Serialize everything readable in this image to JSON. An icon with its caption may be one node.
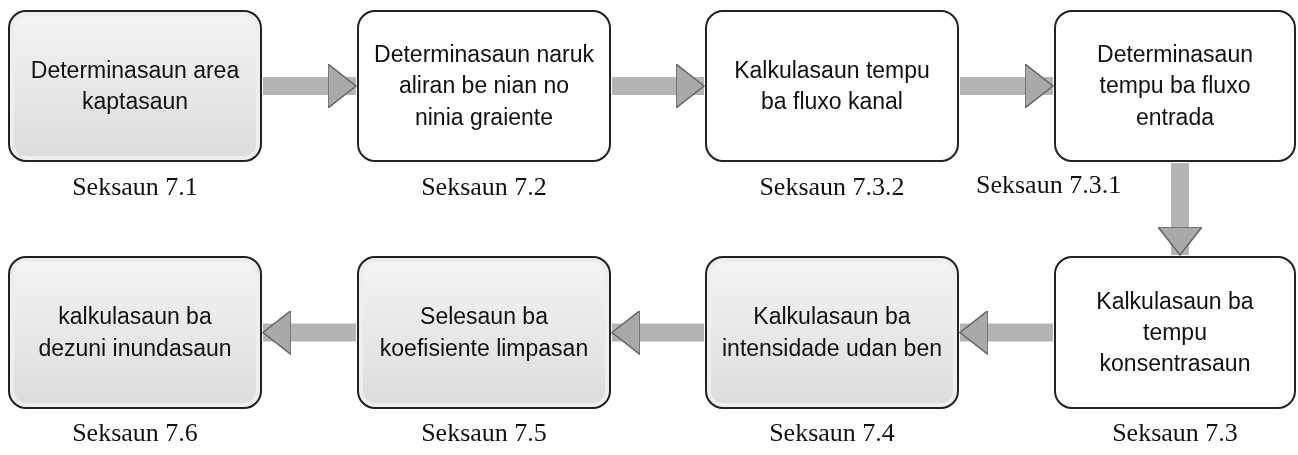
{
  "diagram": {
    "nodes": [
      {
        "text": [
          "Determinasaun area kaptasaun"
        ],
        "beside": [
          "Seksaun 7.1"
        ]
      },
      {
        "text": [
          "Determinasaun naruk aliran be nian no ninia graiente"
        ],
        "beside": [
          "Seksaun 7.2"
        ]
      },
      {
        "text": [
          "Kalkulasaun tempu ba fluxo kanal"
        ],
        "beside": [
          "Seksaun 7.3.2"
        ]
      },
      {
        "text": [
          "Determinasaun tempu ba fluxo entrada"
        ],
        "beside": [
          "Seksaun 7.3.1"
        ]
      },
      {
        "text": [
          "Kalkulasaun ba tempu konsentrasaun"
        ],
        "beside": [
          "Seksaun 7.3"
        ]
      },
      {
        "text": [
          "Kalkulasaun ba intensidade udan ben"
        ],
        "beside": [
          "Seksaun 7.4"
        ]
      },
      {
        "text": [
          "Selesaun ba koefisiente limpasan"
        ],
        "beside": [
          "Seksaun 7.5"
        ]
      },
      {
        "text": [
          "kalkulasaun ba dezuni inundasaun"
        ],
        "beside": [
          "Seksaun 7.6"
        ]
      }
    ],
    "edges": [
      {
        "from": 0,
        "to": 1,
        "arrow": "to"
      },
      {
        "from": 1,
        "to": 2,
        "arrow": "to"
      },
      {
        "from": 2,
        "to": 3,
        "arrow": "to"
      },
      {
        "from": 3,
        "to": 4,
        "arrow": "to"
      },
      {
        "from": 4,
        "to": 5,
        "arrow": "to"
      },
      {
        "from": 5,
        "to": 6,
        "arrow": "to"
      },
      {
        "from": 6,
        "to": 7,
        "arrow": "to"
      }
    ]
  }
}
